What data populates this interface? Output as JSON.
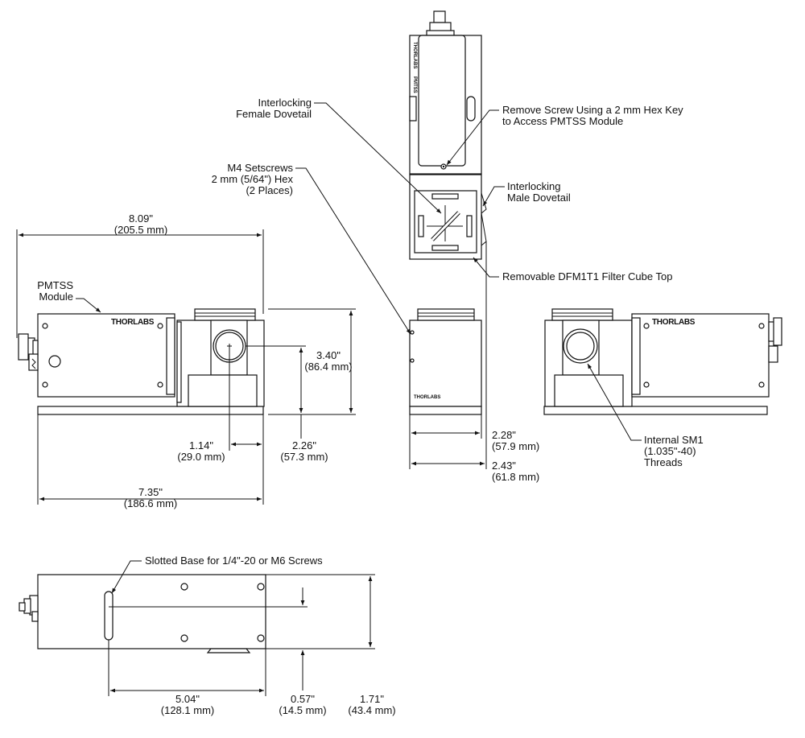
{
  "callouts": {
    "female_dovetail": [
      "Interlocking",
      "Female Dovetail"
    ],
    "remove_screw": [
      "Remove Screw Using a 2 mm Hex Key",
      "to Access PMTSS Module"
    ],
    "setscrews": [
      "M4 Setscrews",
      "2 mm (5/64\") Hex",
      "(2 Places)"
    ],
    "male_dovetail": [
      "Interlocking",
      "Male Dovetail"
    ],
    "filter_cube_top": "Removable DFM1T1 Filter Cube Top",
    "pmtss_module": [
      "PMTSS",
      "Module"
    ],
    "internal_thread": [
      "Internal SM1",
      "(1.035\"-40)",
      "Threads"
    ],
    "slotted_base": "Slotted Base for 1/4\"-20 or M6 Screws"
  },
  "logo": "THORLABS",
  "dimensions": {
    "overall_length": [
      "8.09\"",
      "(205.5 mm)"
    ],
    "height": [
      "3.40\"",
      "(86.4 mm)"
    ],
    "axis_height": [
      "2.26\"",
      "(57.3 mm)"
    ],
    "axis_offset": [
      "1.14\"",
      "(29.0 mm)"
    ],
    "base_length": [
      "7.35\"",
      "(186.6 mm)"
    ],
    "cube_depth": [
      "2.28\"",
      "(57.9 mm)"
    ],
    "base_depth": [
      "2.43\"",
      "(61.8 mm)"
    ],
    "slot_distance": [
      "5.04\"",
      "(128.1 mm)"
    ],
    "slot_offset": [
      "0.57\"",
      "(14.5 mm)"
    ],
    "base_width": [
      "1.71\"",
      "(43.4 mm)"
    ]
  }
}
